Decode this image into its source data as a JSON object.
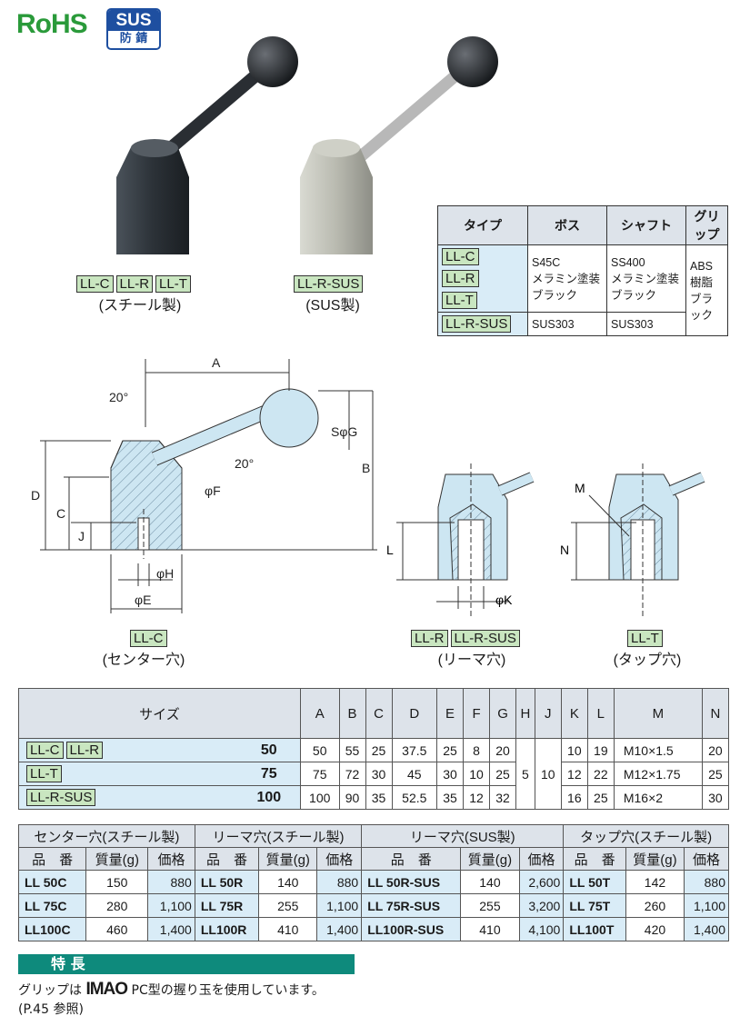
{
  "header": {
    "rohs": "RoHS",
    "sus_top": "SUS",
    "sus_bottom": "防 錆"
  },
  "photos": {
    "left_tags": [
      "LL-C",
      "LL-R",
      "LL-T"
    ],
    "left_caption": "(スチール製)",
    "right_tags": [
      "LL-R-SUS"
    ],
    "right_caption": "(SUS製)"
  },
  "material_table": {
    "headers": [
      "タイプ",
      "ボス",
      "シャフト",
      "グリップ"
    ],
    "types": [
      "LL-C",
      "LL-R",
      "LL-T",
      "LL-R-SUS"
    ],
    "boss_steel": [
      "S45C",
      "メラミン塗装",
      "ブラック"
    ],
    "shaft_steel": [
      "SS400",
      "メラミン塗装",
      "ブラック"
    ],
    "grip": [
      "ABS樹脂",
      "ブラック"
    ],
    "boss_sus": "SUS303",
    "shaft_sus": "SUS303"
  },
  "drawing": {
    "labels": {
      "A": "A",
      "B": "B",
      "C": "C",
      "D": "D",
      "J": "J",
      "SG": "SφG",
      "F": "φF",
      "H": "φH",
      "E": "φE",
      "angle1": "20°",
      "angle2": "20°",
      "L": "L",
      "K": "φK",
      "M": "M",
      "N": "N"
    },
    "tag_c": "LL-C",
    "cap_c": "(センター穴)",
    "tags_r": [
      "LL-R",
      "LL-R-SUS"
    ],
    "cap_r": "(リーマ穴)",
    "tag_t": "LL-T",
    "cap_t": "(タップ穴)"
  },
  "size_table": {
    "size_header": "サイズ",
    "columns": [
      "A",
      "B",
      "C",
      "D",
      "E",
      "F",
      "G",
      "H",
      "J",
      "K",
      "L",
      "M",
      "N"
    ],
    "rows": [
      {
        "tags": [
          "LL-C",
          "LL-R"
        ],
        "size": "50",
        "values": [
          "50",
          "55",
          "25",
          "37.5",
          "25",
          "8",
          "20"
        ],
        "K": "10",
        "L": "19",
        "M": "M10×1.5",
        "N": "20"
      },
      {
        "tags": [
          "LL-T"
        ],
        "size": "75",
        "values": [
          "75",
          "72",
          "30",
          "45",
          "30",
          "10",
          "25"
        ],
        "K": "12",
        "L": "22",
        "M": "M12×1.75",
        "N": "25"
      },
      {
        "tags": [
          "LL-R-SUS"
        ],
        "size": "100",
        "values": [
          "100",
          "90",
          "35",
          "52.5",
          "35",
          "12",
          "32"
        ],
        "K": "16",
        "L": "25",
        "M": "M16×2",
        "N": "30"
      }
    ],
    "H": "5",
    "J": "10"
  },
  "price_table": {
    "groups": [
      "センター穴(スチール製)",
      "リーマ穴(スチール製)",
      "リーマ穴(SUS製)",
      "タップ穴(スチール製)"
    ],
    "sub": [
      "品　番",
      "質量(g)",
      "価格"
    ],
    "rows": [
      [
        "LL 50C",
        "150",
        "880",
        "LL 50R",
        "140",
        "880",
        "LL 50R-SUS",
        "140",
        "2,600",
        "LL 50T",
        "142",
        "880"
      ],
      [
        "LL 75C",
        "280",
        "1,100",
        "LL 75R",
        "255",
        "1,100",
        "LL 75R-SUS",
        "255",
        "3,200",
        "LL 75T",
        "260",
        "1,100"
      ],
      [
        "LL100C",
        "460",
        "1,400",
        "LL100R",
        "410",
        "1,400",
        "LL100R-SUS",
        "410",
        "4,100",
        "LL100T",
        "420",
        "1,400"
      ]
    ]
  },
  "features": {
    "title": "特 長",
    "text_before": "グリップは",
    "logo": "IMAO",
    "text_after": "PC型の握り玉を使用しています。",
    "note": "(P.45 参照)"
  }
}
